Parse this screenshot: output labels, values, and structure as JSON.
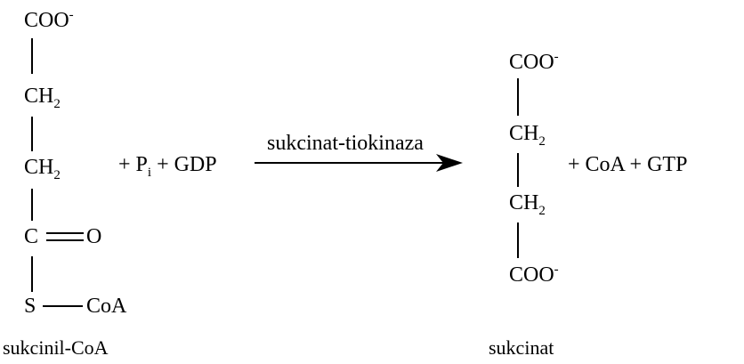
{
  "reaction": {
    "reactant": {
      "groups": [
        {
          "main": "COO",
          "sup": "-"
        },
        {
          "main": "CH",
          "sub": "2"
        },
        {
          "main": "CH",
          "sub": "2"
        },
        {
          "main": "C"
        }
      ],
      "carbonyl_o": "O",
      "thioester_s": "S",
      "coa": "CoA",
      "name": "sukcinil-CoA"
    },
    "cosubstrates": {
      "plus1": "+ P",
      "pi_sub": "i",
      "plus2": "+ GDP"
    },
    "enzyme": "sukcinat-tiokinaza",
    "product": {
      "groups": [
        {
          "main": "COO",
          "sup": "-"
        },
        {
          "main": "CH",
          "sub": "2"
        },
        {
          "main": "CH",
          "sub": "2"
        },
        {
          "main": "COO",
          "sup": "-"
        }
      ],
      "name": "sukcinat"
    },
    "coproducts": "+ CoA + GTP"
  }
}
